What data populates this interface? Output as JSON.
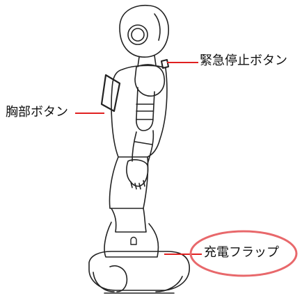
{
  "labels": {
    "emergency_stop": "緊急停止ボタン",
    "chest_button": "胸部ボタン",
    "charge_flap": "充電フラップ"
  },
  "colors": {
    "callout_line": "#e02020",
    "highlight_ellipse": "#e8686b",
    "robot_outline": "#222222"
  }
}
